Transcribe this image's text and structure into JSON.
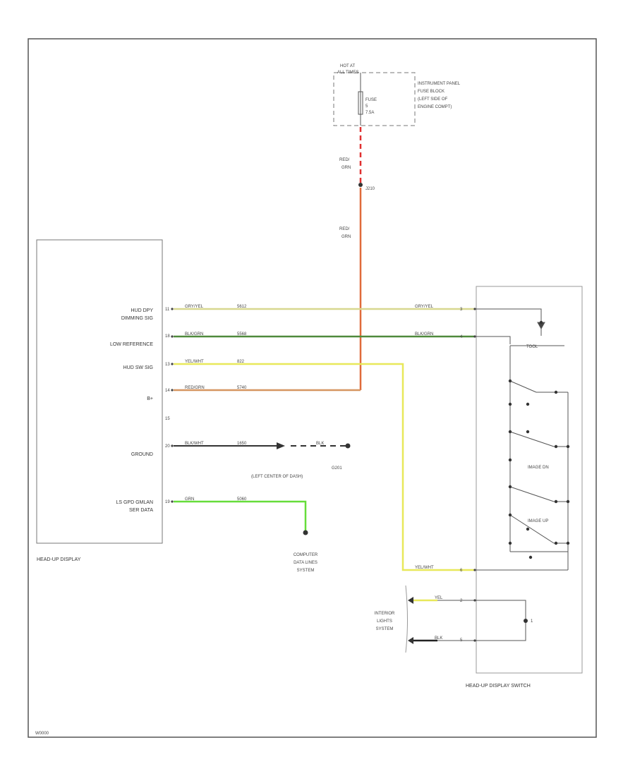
{
  "diagram": {
    "page_code": "W0000",
    "hot_at": [
      "HOT AT",
      "ALL TIMES"
    ],
    "fuse": [
      "FUSE",
      "5",
      "7.5A"
    ],
    "fuse_block_note": [
      "INSTRUMENT PANEL",
      "FUSE BLOCK",
      "(LEFT SIDE OF",
      "ENGINE COMPT)"
    ],
    "wire_top": [
      "RED/",
      "GRN"
    ],
    "splice_id": "J210",
    "wire_mid": [
      "RED/",
      "GRN"
    ],
    "hud": {
      "pins": [
        {
          "pin": "11",
          "label": [
            "HUD DPY",
            "DIMMING SIG"
          ],
          "wire_color": "GRY/YEL",
          "circuit": "5612"
        },
        {
          "pin": "18",
          "label": [
            "LOW REFERENCE"
          ],
          "wire_color": "BLK/GRN",
          "circuit": "5568"
        },
        {
          "pin": "13",
          "label": [
            "HUD SW SIG"
          ],
          "wire_color": "YEL/WHT",
          "circuit": "822"
        },
        {
          "pin": "14",
          "label": [
            "B+"
          ],
          "wire_color": "RED/GRN",
          "circuit": "5740"
        },
        {
          "pin": "15",
          "label": [],
          "wire_color": "",
          "circuit": ""
        },
        {
          "pin": "20",
          "label": [
            "GROUND"
          ],
          "wire_color": "BLK/WHT",
          "circuit": "1650"
        },
        {
          "pin": "19",
          "label": [
            "LS GPD GMLAN",
            "SER DATA"
          ],
          "wire_color": "GRN",
          "circuit": "5060"
        }
      ],
      "ground_wire": "BLK",
      "ground_id": "G201",
      "ground_note": "(LEFT CENTER OF DASH)",
      "data_link_note": [
        "COMPUTER",
        "DATA LINES",
        "SYSTEM"
      ],
      "name": "HEAD-UP DISPLAY"
    },
    "switch": {
      "name": "HEAD-UP DISPLAY SWITCH",
      "pins": [
        {
          "pin": "3",
          "wire_color": "GRY/YEL"
        },
        {
          "pin": "4",
          "wire_color": "BLK/GRN"
        },
        {
          "pin": "6",
          "wire_color": "YEL/WHT"
        },
        {
          "pin": "2",
          "wire_color": "YEL"
        },
        {
          "pin": "5",
          "wire_color": "BLK"
        }
      ],
      "labels": [
        "TOOL",
        "IMAGE DN",
        "IMAGE UP"
      ],
      "lamp_id": "1",
      "interior_note": [
        "INTERIOR",
        "LIGHTS",
        "SYSTEM"
      ]
    }
  }
}
